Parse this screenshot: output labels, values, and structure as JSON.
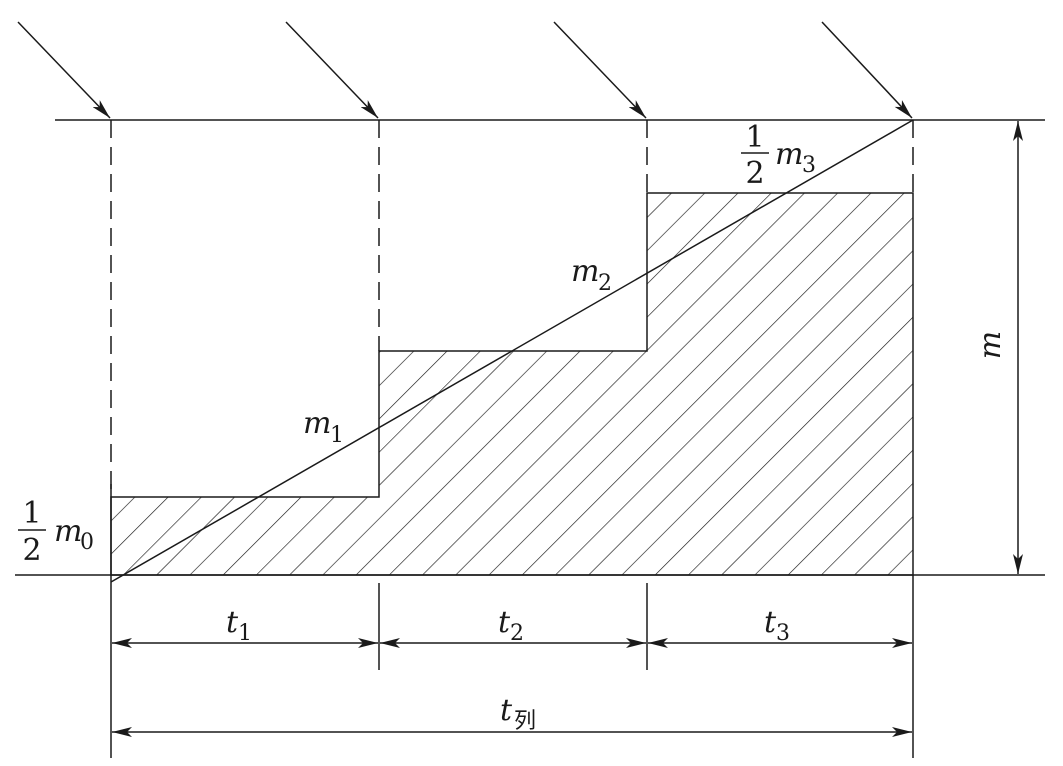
{
  "labels": {
    "half_num": "1",
    "half_den": "2",
    "m0": "m",
    "m0_sub": "0",
    "m1": "m",
    "m1_sub": "1",
    "m2": "m",
    "m2_sub": "2",
    "m3": "m",
    "m3_sub": "3",
    "m_total": "m",
    "t1": "t",
    "t1_sub": "1",
    "t2": "t",
    "t2_sub": "2",
    "t3": "t",
    "t3_sub": "3",
    "t_total": "t",
    "t_total_sub": "列"
  },
  "colors": {
    "ink": "#1a1a1a"
  }
}
